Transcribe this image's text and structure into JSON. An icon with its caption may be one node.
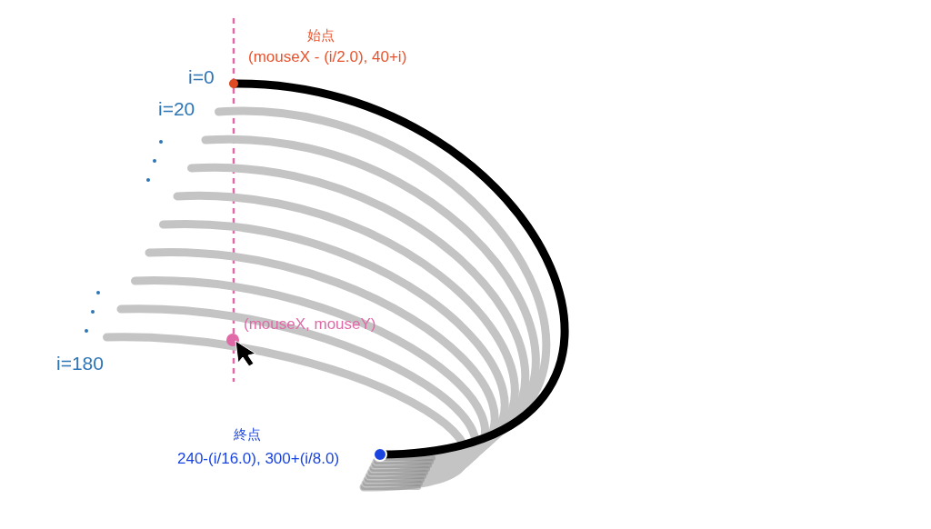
{
  "diagram": {
    "labels": [
      "始点",
      "(mouseX - (i/2.0), 40+i)",
      "i=0",
      "i=20",
      "(mouseX, mouseY)",
      "i=180",
      "終点",
      "240-(i/16.0), 300+(i/8.0)"
    ]
  }
}
